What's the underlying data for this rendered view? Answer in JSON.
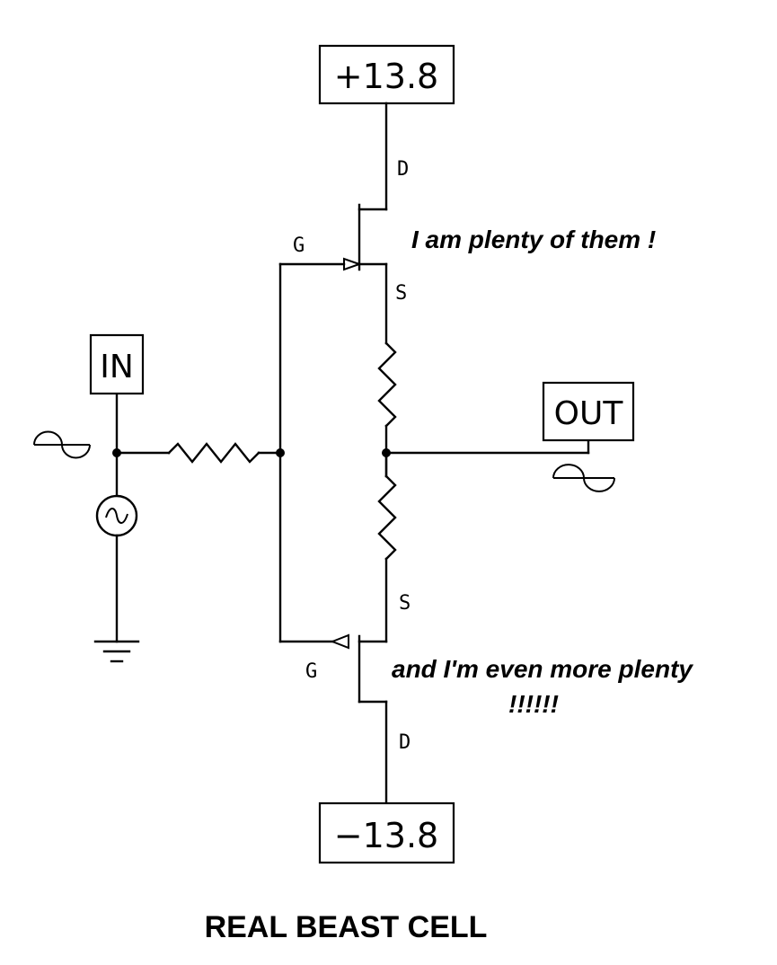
{
  "supply": {
    "positive": "+13.8",
    "negative": "−13.8"
  },
  "ports": {
    "input": "IN",
    "output": "OUT"
  },
  "upper_transistor": {
    "drain": "D",
    "gate": "G",
    "source": "S"
  },
  "lower_transistor": {
    "drain": "D",
    "gate": "G",
    "source": "S"
  },
  "notes": {
    "upper": "I am plenty of them !",
    "lower_line1": "and I'm even more plenty",
    "lower_line2": "!!!!!!"
  },
  "title": "REAL BEAST CELL"
}
